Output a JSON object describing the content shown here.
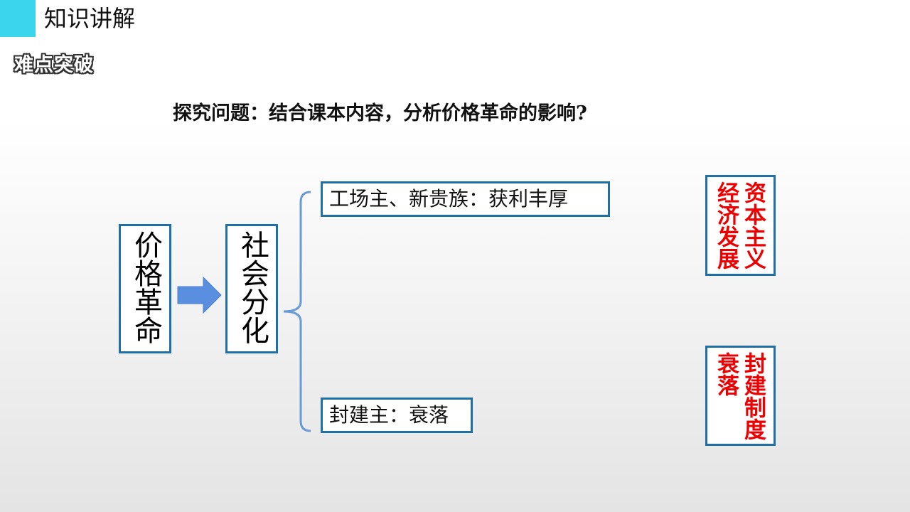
{
  "header": {
    "title": "知识讲解",
    "accent_color": "#3bd6ee"
  },
  "subtitle": "难点突破",
  "question": "探究问题：结合课本内容，分析价格革命的影响?",
  "diagram": {
    "source_node": "价格革命",
    "middle_node": "社会分化",
    "branch_top": "工场主、新贵族：获利丰厚",
    "branch_bottom": "封建主：衰落",
    "result_top_col1": "资本主义",
    "result_top_col2": "经济发展",
    "result_bottom_col1": "封建制度",
    "result_bottom_col2": "衰落",
    "border_color": "#1f6fa8",
    "arrow_color": "#5a8fe0",
    "brace_color": "#6a9ad8",
    "result_text_color": "#ee0000"
  }
}
